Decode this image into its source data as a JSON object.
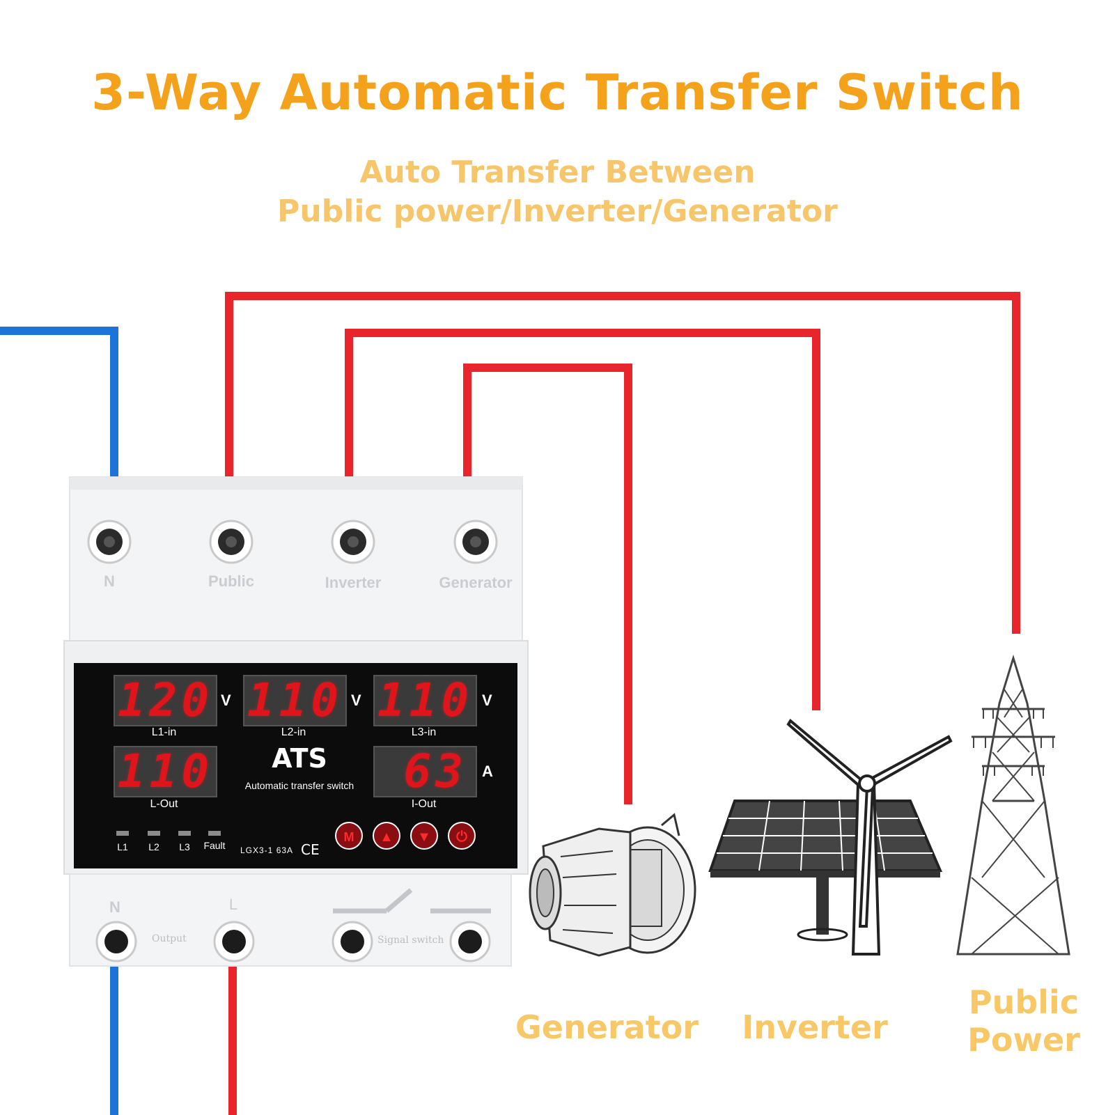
{
  "title": "3-Way Automatic Transfer Switch",
  "subtitle_line1": "Auto Transfer Between",
  "subtitle_line2": "Public power/Inverter/Generator",
  "colors": {
    "accent": "#F4A11C",
    "subtitle": "#F7C56A",
    "neutral_wire": "#1E73D8",
    "live_wire": "#E8252A",
    "display_digits": "#E0141B"
  },
  "device": {
    "top_terminals": [
      "N",
      "Public",
      "Inverter",
      "Generator"
    ],
    "displays": [
      {
        "value": "120",
        "unit": "V",
        "label": "L1-in"
      },
      {
        "value": "110",
        "unit": "V",
        "label": "L2-in"
      },
      {
        "value": "110",
        "unit": "V",
        "label": "L3-in"
      },
      {
        "value": "110",
        "unit": "",
        "label": "L-Out"
      },
      {
        "value": "63",
        "unit": "A",
        "label": "I-Out"
      }
    ],
    "brand": "ATS",
    "brand_sub": "Automatic transfer switch",
    "indicators": [
      "L1",
      "L2",
      "L3",
      "Fault"
    ],
    "model": "LGX3-1 63A",
    "ce_mark": "CE",
    "buttons": [
      {
        "label": "M",
        "icon": "mode-icon"
      },
      {
        "label": "▲",
        "icon": "arrow-up-icon"
      },
      {
        "label": "▼",
        "icon": "arrow-down-icon"
      },
      {
        "label": "⏻",
        "icon": "power-icon"
      }
    ],
    "bottom_labels": {
      "n": "N",
      "l": "L",
      "output": "Output",
      "signal_switch": "Signal switch"
    }
  },
  "sources": [
    {
      "name": "Generator",
      "icon": "generator-icon"
    },
    {
      "name": "Inverter",
      "icon": "solar-wind-icon"
    },
    {
      "name": "Public Power",
      "line1": "Public",
      "line2": "Power",
      "icon": "power-tower-icon"
    }
  ]
}
